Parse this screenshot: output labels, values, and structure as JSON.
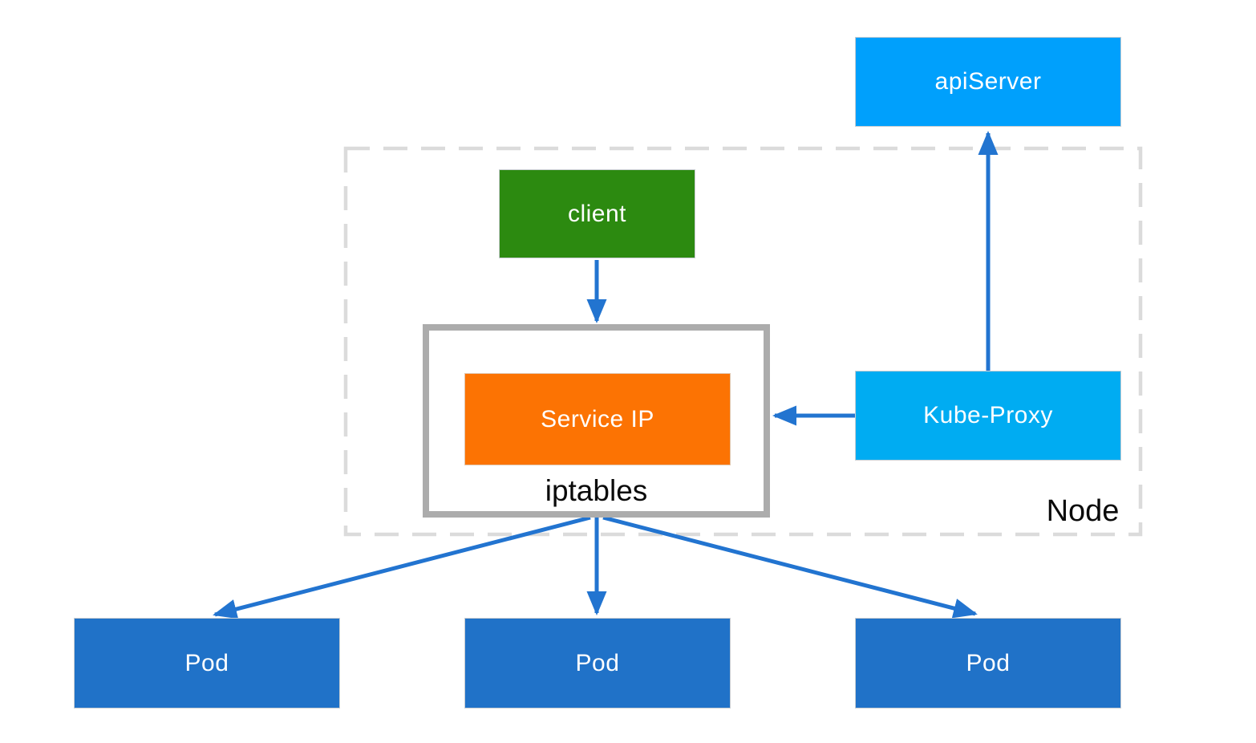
{
  "diagram": {
    "nodes": {
      "api_server": {
        "label": "apiServer",
        "color": "#00a0fc",
        "text_color": "#ffffff"
      },
      "client": {
        "label": "client",
        "color": "#2c8a10",
        "text_color": "#ffffff"
      },
      "service_ip": {
        "label": "Service IP",
        "color": "#fc7303",
        "text_color": "#ffffff"
      },
      "iptables": {
        "label": "iptables",
        "color": "#ffffff",
        "text_color": "#0a0a0a"
      },
      "kube_proxy": {
        "label": "Kube-Proxy",
        "color": "#00acf2",
        "text_color": "#ffffff"
      },
      "node_boundary": {
        "label": "Node",
        "text_color": "#0a0a0a"
      },
      "pod_1": {
        "label": "Pod",
        "color": "#2072c8",
        "text_color": "#ffffff"
      },
      "pod_2": {
        "label": "Pod",
        "color": "#2072c8",
        "text_color": "#ffffff"
      },
      "pod_3": {
        "label": "Pod",
        "color": "#2072c8",
        "text_color": "#ffffff"
      }
    },
    "edges": [
      {
        "from": "client",
        "to": "iptables",
        "direction": "down"
      },
      {
        "from": "kube_proxy",
        "to": "service_ip",
        "direction": "left"
      },
      {
        "from": "kube_proxy",
        "to": "api_server",
        "direction": "up"
      },
      {
        "from": "iptables",
        "to": "pod_1",
        "direction": "down-left"
      },
      {
        "from": "iptables",
        "to": "pod_2",
        "direction": "down"
      },
      {
        "from": "iptables",
        "to": "pod_3",
        "direction": "down-right"
      }
    ],
    "colors": {
      "arrow": "#2274d0",
      "node_dashed_border": "#dbdbdb",
      "iptables_border": "#acacac",
      "background": "#ffffff"
    }
  }
}
